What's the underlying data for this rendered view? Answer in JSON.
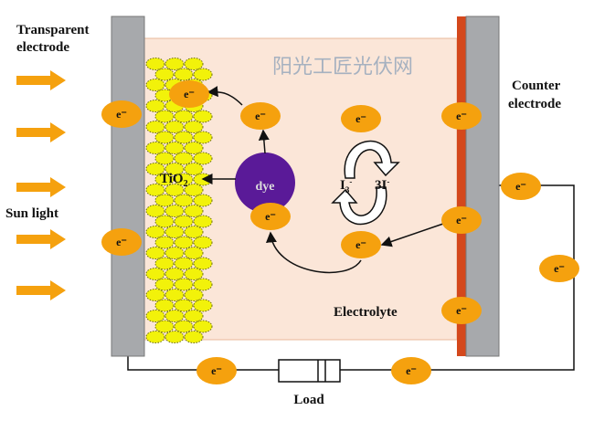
{
  "labels": {
    "transparent_electrode_1": "Transparent",
    "transparent_electrode_2": "electrode",
    "counter_electrode_1": "Counter",
    "counter_electrode_2": "electrode",
    "sun_light": "Sun light",
    "tio2": "TiO",
    "tio2_sub": "2",
    "dye": "dye",
    "i3": "I",
    "i3_sub": "3",
    "i3_sup": "-",
    "three_i": "3I",
    "three_i_sup": "-",
    "electrolyte": "Electrolyte",
    "load": "Load",
    "electron": "e⁻"
  },
  "watermark": "阳光工匠光伏网",
  "colors": {
    "electrolyte": "#fbe6d8",
    "electrode": "#a7a9ac",
    "counter_strip": "#d4481c",
    "electron": "#f5a10e",
    "tio2": "#f2f20a",
    "dye": "#5a1a98",
    "sunlight_arrow": "#f5a10e"
  }
}
